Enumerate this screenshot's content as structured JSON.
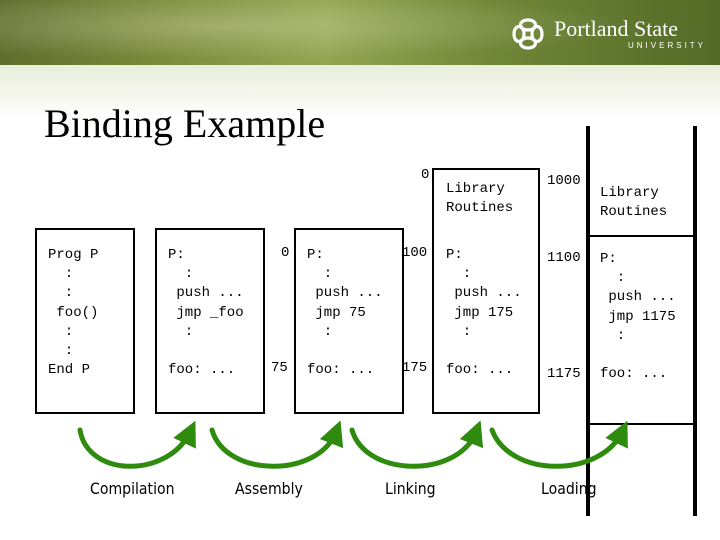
{
  "header": {
    "university_name": "Portland State",
    "university_sub": "UNIVERSITY",
    "logo_icon": "psu-emblem-icon"
  },
  "title": "Binding Example",
  "columns": [
    {
      "id": "source",
      "lines": [
        "Prog P",
        "  :",
        "  :",
        " foo()",
        "  :",
        "  :",
        "End P"
      ]
    },
    {
      "id": "compiled",
      "lines": [
        "P:",
        "  :",
        " push ...",
        " jmp _foo",
        "  :",
        "",
        "foo: ..."
      ]
    },
    {
      "id": "assembled",
      "addr_p": "0",
      "addr_foo": "75",
      "lines": [
        "P:",
        "  :",
        " push ...",
        " jmp 75",
        "  :",
        "",
        "foo: ..."
      ]
    },
    {
      "id": "linked",
      "addr_lib": "0",
      "addr_p": "100",
      "addr_foo": "175",
      "library": [
        "Library",
        "Routines"
      ],
      "lines": [
        "P:",
        "  :",
        " push ...",
        " jmp 175",
        "  :",
        "",
        "foo: ..."
      ]
    },
    {
      "id": "loaded",
      "addr_lib": "1000",
      "addr_p": "1100",
      "addr_foo": "1175",
      "library": [
        "Library",
        "Routines"
      ],
      "lines": [
        "P:",
        "  :",
        " push ...",
        " jmp 1175",
        "  :",
        "",
        "foo: ..."
      ]
    }
  ],
  "stages": [
    "Compilation",
    "Assembly",
    "Linking",
    "Loading"
  ],
  "colors": {
    "arrow": "#2e8b0e",
    "banner": "#7c8a3c"
  }
}
